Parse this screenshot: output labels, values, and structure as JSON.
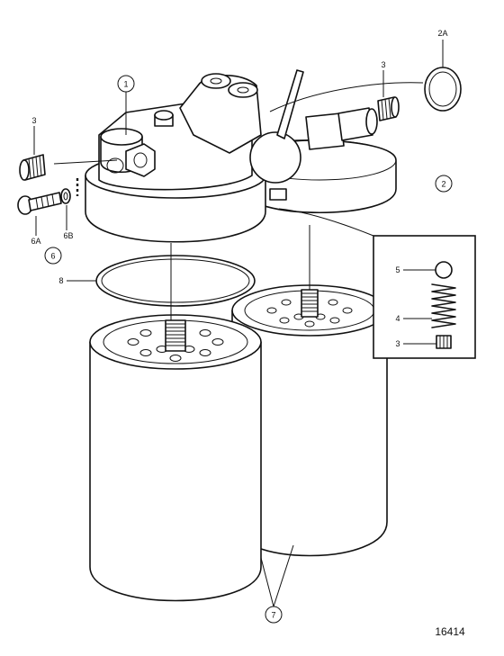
{
  "diagram": {
    "reference_number": "16414",
    "callouts": {
      "c1": "1",
      "c2": "2",
      "c2A": "2A",
      "c3_left": "3",
      "c3_right": "3",
      "c3_inset": "3",
      "c4": "4",
      "c5": "5",
      "c6": "6",
      "c6A": "6A",
      "c6B": "6B",
      "c7": "7",
      "c8": "8"
    }
  }
}
